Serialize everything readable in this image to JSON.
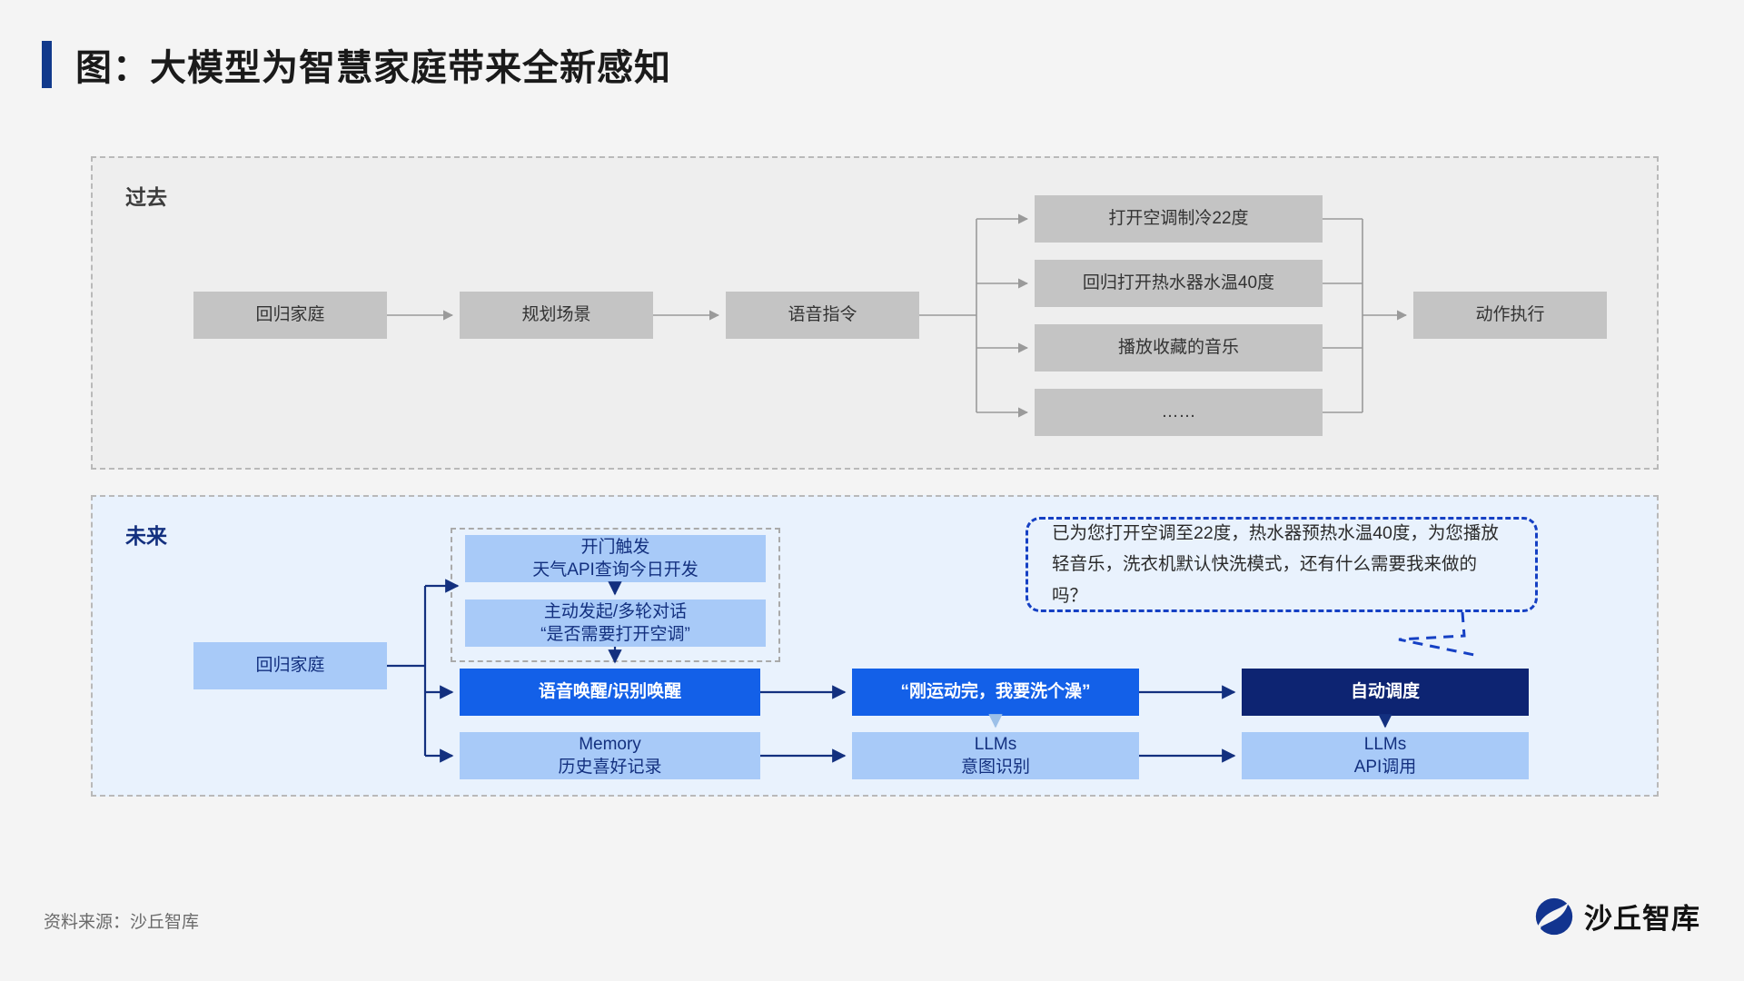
{
  "title": {
    "text": "图：大模型为智慧家庭带来全新感知",
    "accent_color": "#123a8c"
  },
  "panels": {
    "past": {
      "label": "过去",
      "background": "#eeeeee",
      "border_color": "#b9b9b9"
    },
    "future": {
      "label": "未来",
      "background": "#e9f2fd",
      "border_color": "#b9b9b9",
      "label_color": "#13307f"
    }
  },
  "past_flow": {
    "steps": [
      {
        "label": "回归家庭"
      },
      {
        "label": "规划场景"
      },
      {
        "label": "语音指令"
      }
    ],
    "branches": [
      {
        "label": "打开空调制冷22度"
      },
      {
        "label": "回归打开热水器水温40度"
      },
      {
        "label": "播放收藏的音乐"
      },
      {
        "label": "……"
      }
    ],
    "result": {
      "label": "动作执行"
    },
    "box_color": "#c4c4c4",
    "text_color": "#333333",
    "arrow_color": "#9a9a9a"
  },
  "future_flow": {
    "entry": {
      "label": "回归家庭",
      "color": "#a8caf8"
    },
    "proactive_group": {
      "trigger": {
        "line1": "开门触发",
        "line2": "天气API查询今日开发",
        "color": "#a8caf8"
      },
      "dialog": {
        "line1": "主动发起/多轮对话",
        "line2": "“是否需要打开空调”",
        "color": "#a8caf8"
      }
    },
    "columns": [
      {
        "top": {
          "label": "语音唤醒/识别唤醒",
          "color": "#1360e8",
          "text_color": "#ffffff"
        },
        "bottom": {
          "line1": "Memory",
          "line2": "历史喜好记录",
          "color": "#a8caf8"
        }
      },
      {
        "top": {
          "label": "“刚运动完，我要洗个澡”",
          "color": "#1360e8",
          "text_color": "#ffffff"
        },
        "bottom": {
          "line1": "LLMs",
          "line2": "意图识别",
          "color": "#a8caf8"
        }
      },
      {
        "top": {
          "label": "自动调度",
          "color": "#0d2472",
          "text_color": "#ffffff"
        },
        "bottom": {
          "line1": "LLMs",
          "line2": "API调用",
          "color": "#a8caf8"
        }
      }
    ],
    "speech_bubble": {
      "line1": "已为您打开空调至22度，热水器预热水温40度，为您播放",
      "line2": "轻音乐，洗衣机默认快洗模式，还有什么需要我来做的吗？",
      "border_color": "#1540c4"
    },
    "arrow_color": "#13307f"
  },
  "footer": {
    "source": "资料来源：沙丘智库",
    "logo_text": "沙丘智库",
    "logo_color": "#12348f"
  }
}
